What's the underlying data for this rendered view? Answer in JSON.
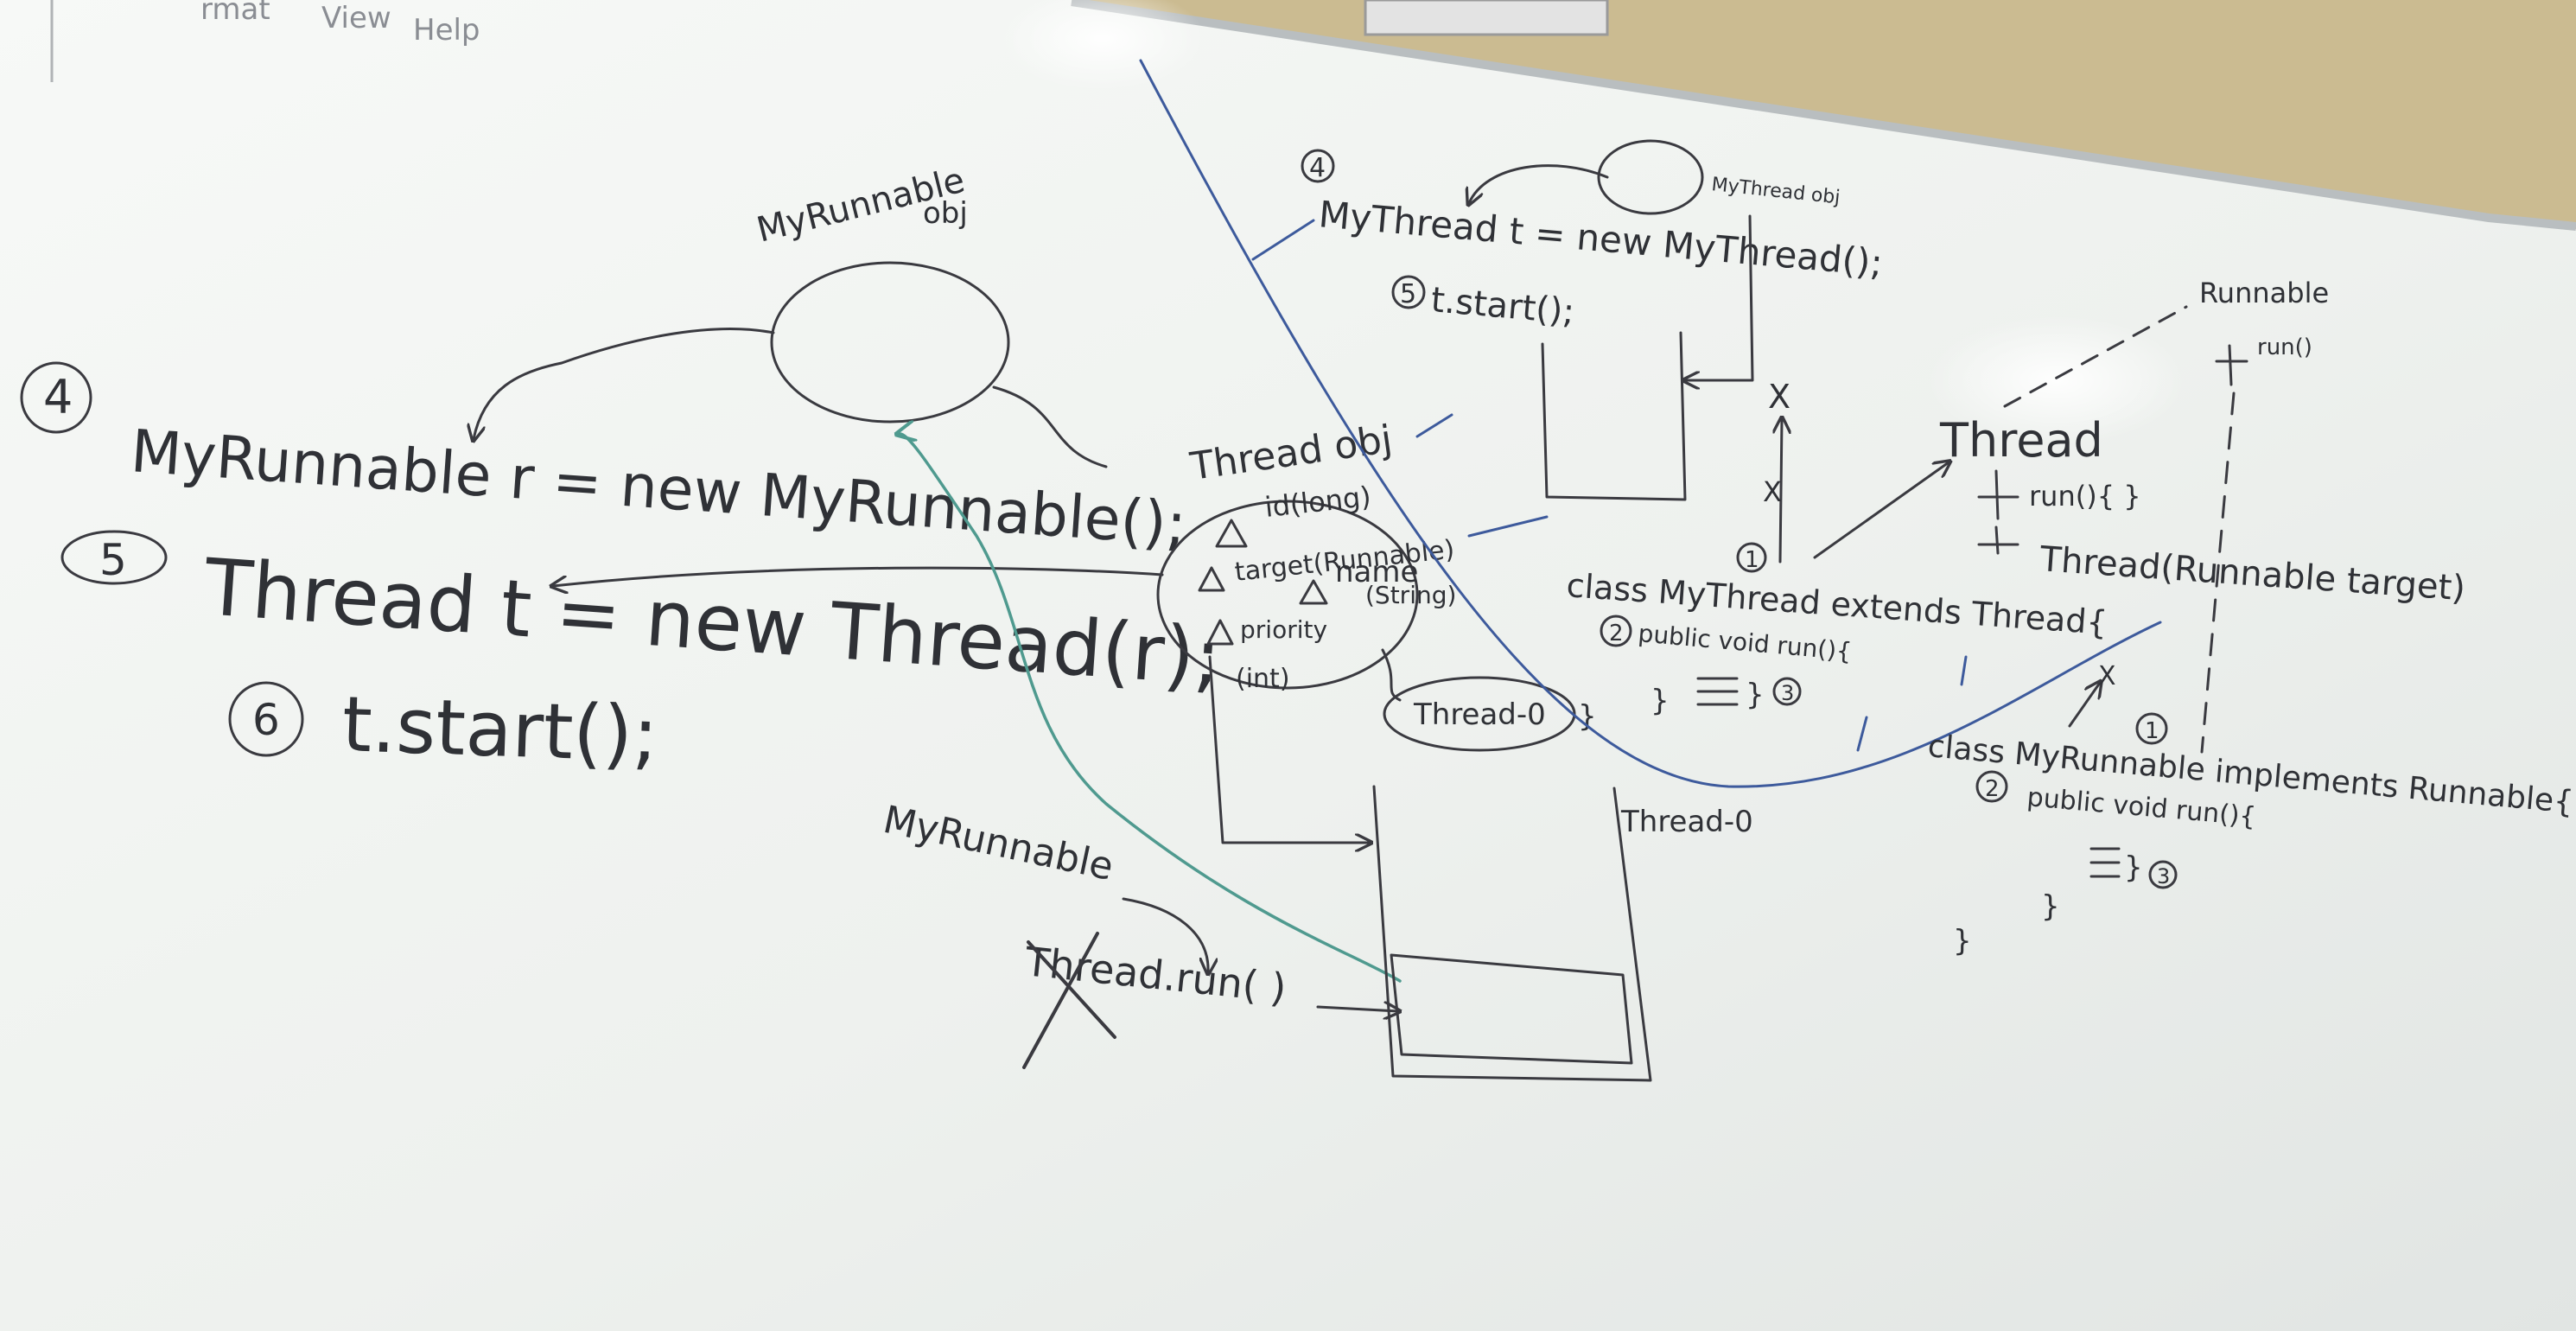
{
  "menu": {
    "items": [
      "rmat",
      "View",
      "Help"
    ]
  },
  "left_board": {
    "obj_label_top": "MyRunnable",
    "obj_label_bottom": "obj",
    "line4_num": "4",
    "line4": "MyRunnable  r  =  new  MyRunnable();",
    "line5_num": "5",
    "line5": "Thread  t  =  new  Thread(r);",
    "line6_num": "6",
    "line6": "t.start();"
  },
  "thread_obj": {
    "title": "Thread obj",
    "f_id": "id(long)",
    "f_target": "target(Runnable)",
    "f_name": "name",
    "f_name_type": "(String)",
    "f_priority": "priority",
    "f_priority_type": "(int)",
    "name_value": "Thread-0"
  },
  "stack": {
    "label_top": "MyRunnable",
    "call": "Thread.run( )",
    "thread_label": "Thread-0"
  },
  "top_section": {
    "num4": "4",
    "line1": "MyThread  t = new MyThread();",
    "num5": "5",
    "line2": "t.start();",
    "obj_label": "MyThread obj"
  },
  "hierarchy": {
    "runnable": "Runnable",
    "runnable_method": "run()",
    "thread": "Thread",
    "thread_m1": "run(){   }",
    "thread_m2": "Thread(Runnable target)",
    "x_mark": "X",
    "class1_num": "1",
    "class1": "class  MyThread  extends  Thread{",
    "class1_m_num": "2",
    "class1_m": "public void run(){",
    "class1_close": "}",
    "class1_body": "}",
    "class1_body_num": "3",
    "class2_num": "1",
    "class2": "class  MyRunnable  implements  Runnable{",
    "class2_m_num": "2",
    "class2_m": "public void run(){",
    "class2_body": "}",
    "class2_body_num": "3",
    "class2_close_inner": "}",
    "class2_close": "}"
  },
  "colors": {
    "board": "#f4f6f3",
    "ink": "#3a3a40",
    "blue_ink": "#3d5a9c",
    "teal_ink": "#4f9a8f",
    "wall": "#c9b98f"
  }
}
